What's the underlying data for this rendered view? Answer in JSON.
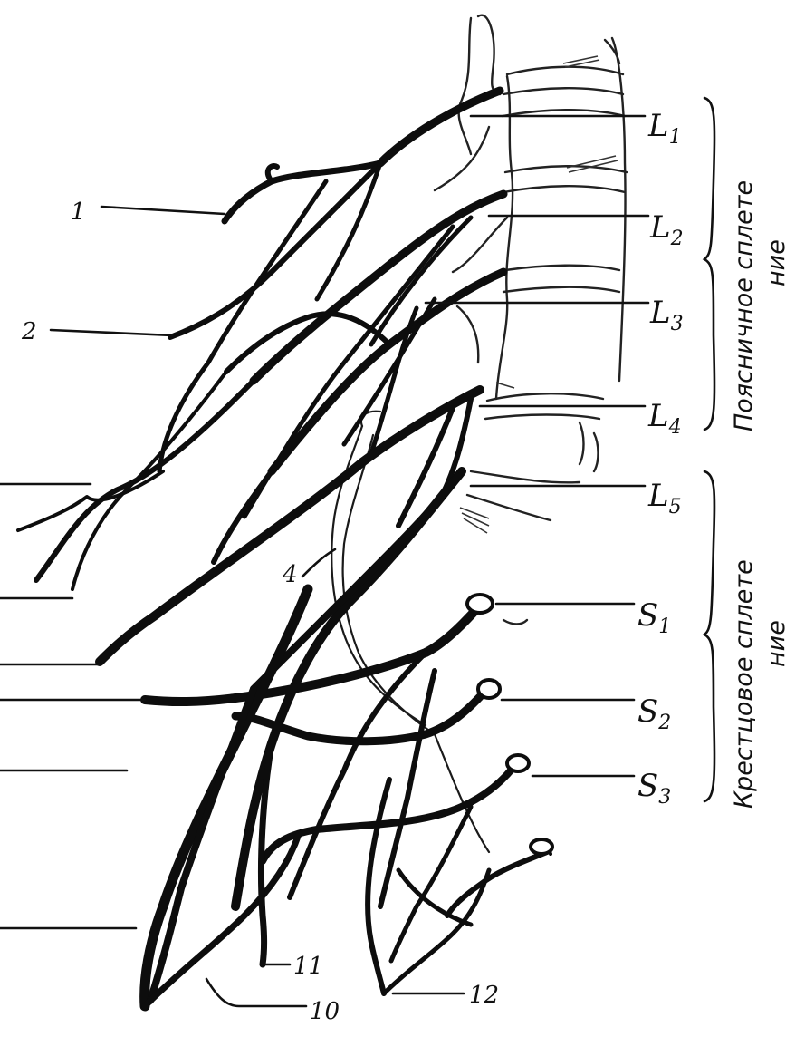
{
  "levels": {
    "L1": {
      "letter": "L",
      "index": "1"
    },
    "L2": {
      "letter": "L",
      "index": "2"
    },
    "L3": {
      "letter": "L",
      "index": "3"
    },
    "L4": {
      "letter": "L",
      "index": "4"
    },
    "L5": {
      "letter": "L",
      "index": "5"
    },
    "S1": {
      "letter": "S",
      "index": "1"
    },
    "S2": {
      "letter": "S",
      "index": "2"
    },
    "S3": {
      "letter": "S",
      "index": "3"
    }
  },
  "plexus": {
    "lumbar": {
      "line1": "Поясничное сплете",
      "line2": "ние"
    },
    "sacral": {
      "line1": "Крестцовое сплете",
      "line2": "ние"
    }
  },
  "numbers": {
    "n1": "1",
    "n2": "2",
    "n4": "4",
    "n10": "10",
    "n11": "11",
    "n12": "12"
  }
}
